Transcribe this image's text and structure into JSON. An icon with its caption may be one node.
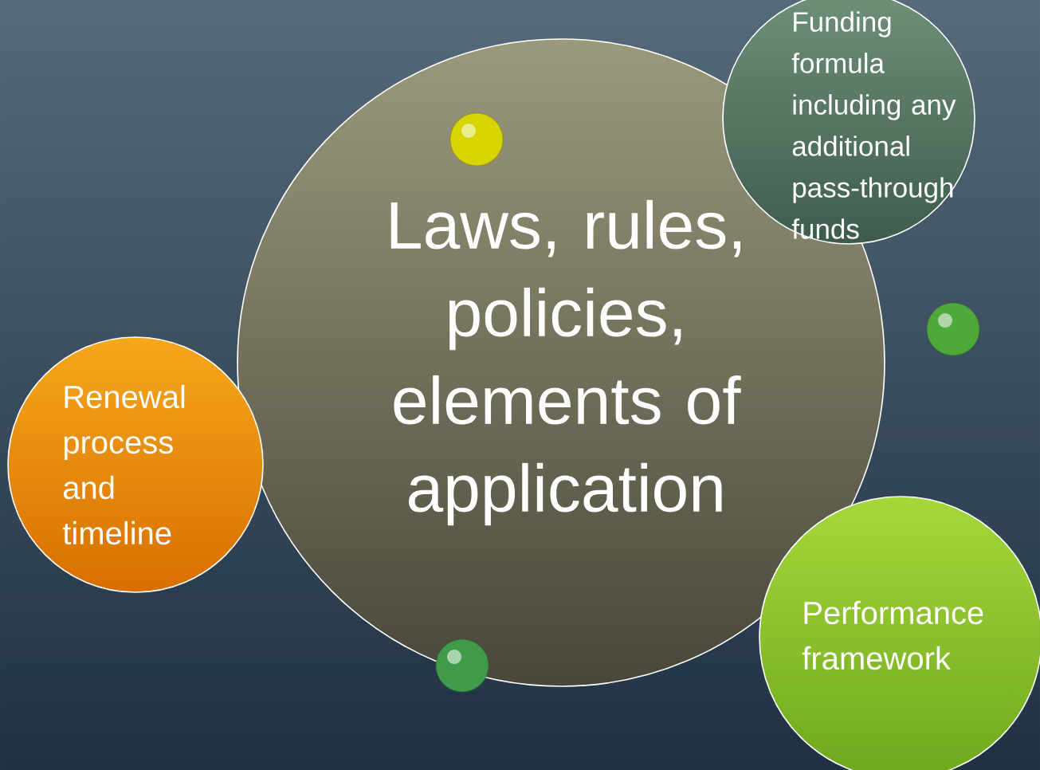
{
  "diagram": {
    "nodes": [
      {
        "text": [
          "Laws, rules, policies, elements of application"
        ]
      },
      {
        "text": [
          "Funding formula including any additional pass-through funds"
        ]
      },
      {
        "text": [],
        "shape": "circle",
        "in": 0
      },
      {
        "text": [],
        "shape": "circle"
      },
      {
        "text": [
          "Renewal process and timeline"
        ]
      },
      {
        "text": [
          "Performance framework"
        ]
      },
      {
        "text": [],
        "shape": "circle"
      }
    ]
  }
}
